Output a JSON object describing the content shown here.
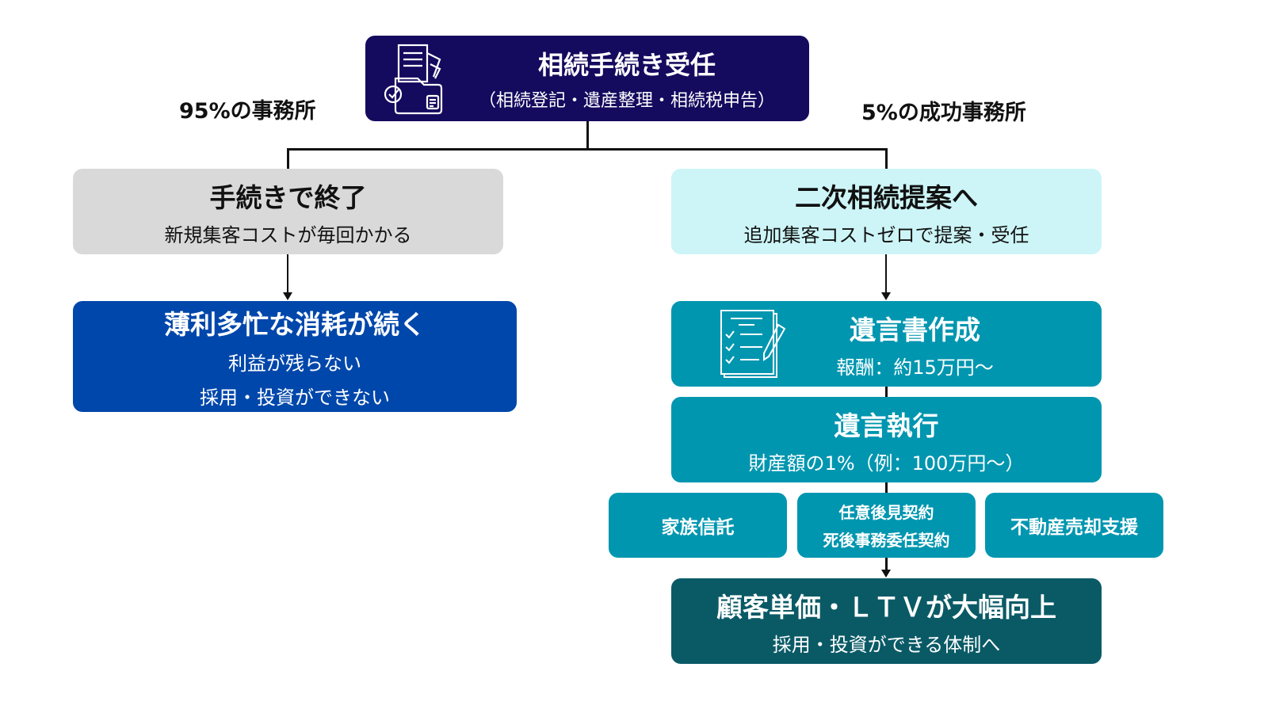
{
  "top": {
    "title": "相続手続き受任",
    "subtitle": "（相続登記・遺産整理・相続税申告）",
    "icon": "folder-documents-icon"
  },
  "left_label": "95%の事務所",
  "right_label": "5%の成功事務所",
  "left": {
    "step1": {
      "title": "手続きで終了",
      "subtitle": "新規集客コストが毎回かかる"
    },
    "step2": {
      "title": "薄利多忙な消耗が続く",
      "lines": [
        "利益が残らない",
        "採用・投資ができない"
      ]
    }
  },
  "right": {
    "step1": {
      "title": "二次相続提案へ",
      "subtitle": "追加集客コストゼロで提案・受任"
    },
    "will": {
      "title": "遺言書作成",
      "subtitle": "報酬：約15万円～",
      "icon": "checklist-pencil-icon"
    },
    "execution": {
      "title": "遺言執行",
      "subtitle": "財産額の1%（例：100万円～）"
    },
    "services": [
      {
        "lines": [
          "家族信託"
        ]
      },
      {
        "lines": [
          "任意後見契約",
          "死後事務委任契約"
        ]
      },
      {
        "lines": [
          "不動産売却支援"
        ]
      }
    ],
    "result": {
      "title": "顧客単価・ＬＴＶが大幅向上",
      "subtitle": "採用・投資ができる体制へ"
    }
  },
  "colors": {
    "navy": "#140a5e",
    "gray": "#d9d9d9",
    "cyan": "#cdf5f7",
    "blue": "#0047ab",
    "teal": "#0096b0",
    "dark_teal": "#0a5a66"
  }
}
